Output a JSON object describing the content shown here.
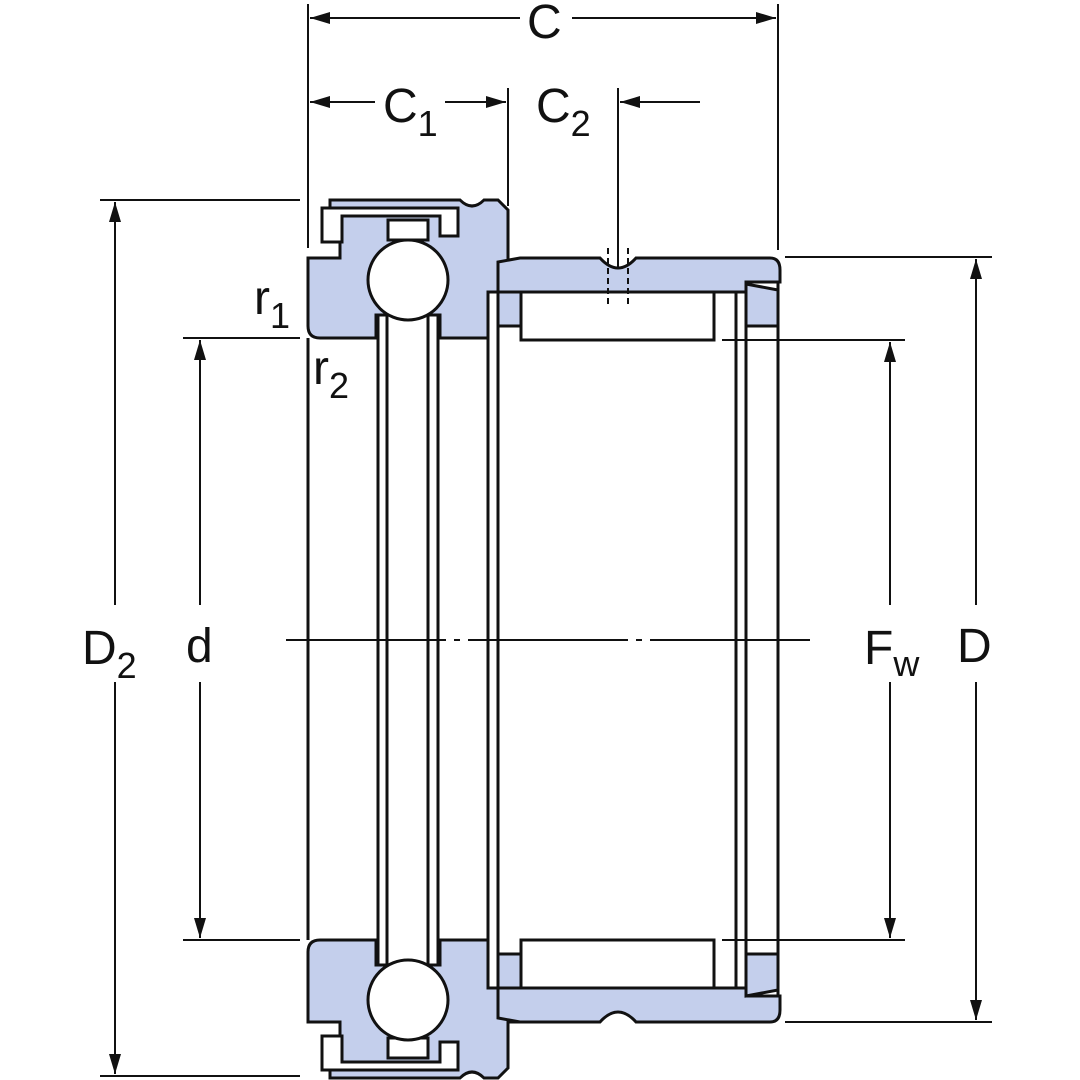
{
  "labels": {
    "C": {
      "main": "C",
      "sub": ""
    },
    "C1": {
      "main": "C",
      "sub": "1"
    },
    "C2": {
      "main": "C",
      "sub": "2"
    },
    "r1": {
      "main": "r",
      "sub": "1"
    },
    "r2": {
      "main": "r",
      "sub": "2"
    },
    "D2": {
      "main": "D",
      "sub": "2"
    },
    "d": {
      "main": "d",
      "sub": ""
    },
    "Fw": {
      "main": "F",
      "sub": "w"
    },
    "D": {
      "main": "D",
      "sub": ""
    }
  },
  "colors": {
    "part_fill": "#c4cfec",
    "line": "#111111",
    "background": "#ffffff"
  }
}
